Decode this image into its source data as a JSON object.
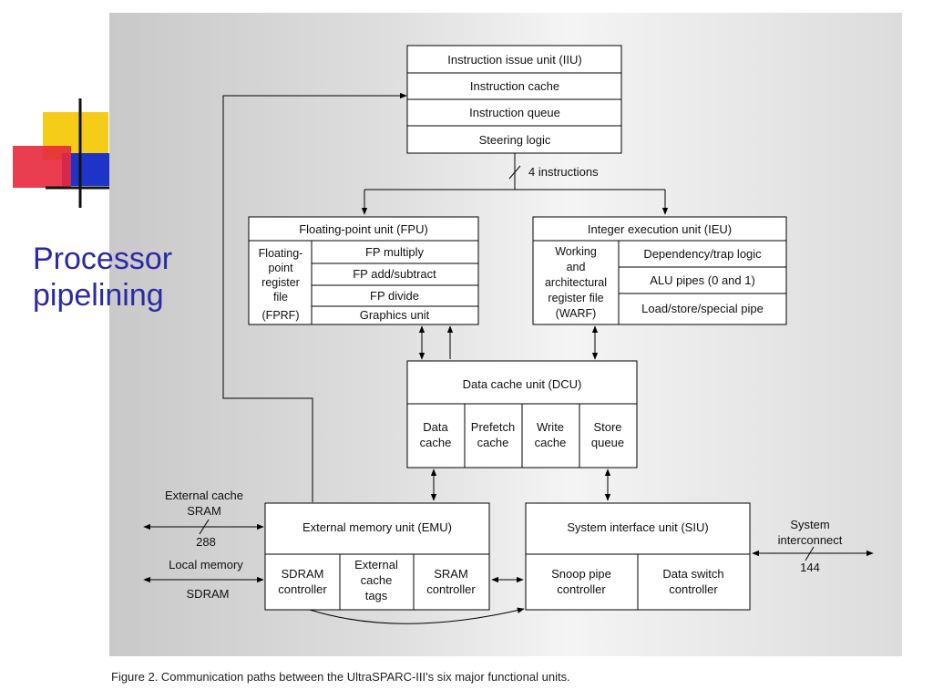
{
  "slide": {
    "title_line1": "Processor",
    "title_line2": "pipelining"
  },
  "colors": {
    "title": "#2a2aa6",
    "deco_yellow": "#f5cc18",
    "deco_red": "#e8283c",
    "deco_blue": "#1e34c8"
  },
  "diagram": {
    "iiu": {
      "title": "Instruction issue unit (IIU)",
      "rows": [
        "Instruction cache",
        "Instruction queue",
        "Steering logic"
      ]
    },
    "issue_width": "4 instructions",
    "fpu": {
      "title": "Floating-point unit (FPU)",
      "regfile": [
        "Floating-",
        "point",
        "register",
        "file",
        "(FPRF)"
      ],
      "rows": [
        "FP multiply",
        "FP add/subtract",
        "FP divide",
        "Graphics unit"
      ]
    },
    "ieu": {
      "title": "Integer execution unit (IEU)",
      "regfile": [
        "Working",
        "and",
        "architectural",
        "register file",
        "(WARF)"
      ],
      "rows": [
        "Dependency/trap logic",
        "ALU pipes (0 and 1)",
        "Load/store/special pipe"
      ]
    },
    "dcu": {
      "title": "Data cache unit (DCU)",
      "cells": [
        [
          "Data",
          "cache"
        ],
        [
          "Prefetch",
          "cache"
        ],
        [
          "Write",
          "cache"
        ],
        [
          "Store",
          "queue"
        ]
      ]
    },
    "emu": {
      "title": "External memory unit (EMU)",
      "cells": [
        [
          "SDRAM",
          "controller"
        ],
        [
          "External",
          "cache",
          "tags"
        ],
        [
          "SRAM",
          "controller"
        ]
      ]
    },
    "siu": {
      "title": "System interface unit (SIU)",
      "cells": [
        [
          "Snoop pipe",
          "controller"
        ],
        [
          "Data switch",
          "controller"
        ]
      ]
    },
    "ext_cache": {
      "line1": "External cache",
      "line2": "SRAM",
      "width": "288"
    },
    "local_memory": {
      "line1": "Local memory",
      "line2": "SDRAM"
    },
    "system": {
      "line1": "System",
      "line2": "interconnect",
      "width": "144"
    }
  },
  "caption": "Figure 2. Communication paths between the UltraSPARC-III's six major functional units."
}
